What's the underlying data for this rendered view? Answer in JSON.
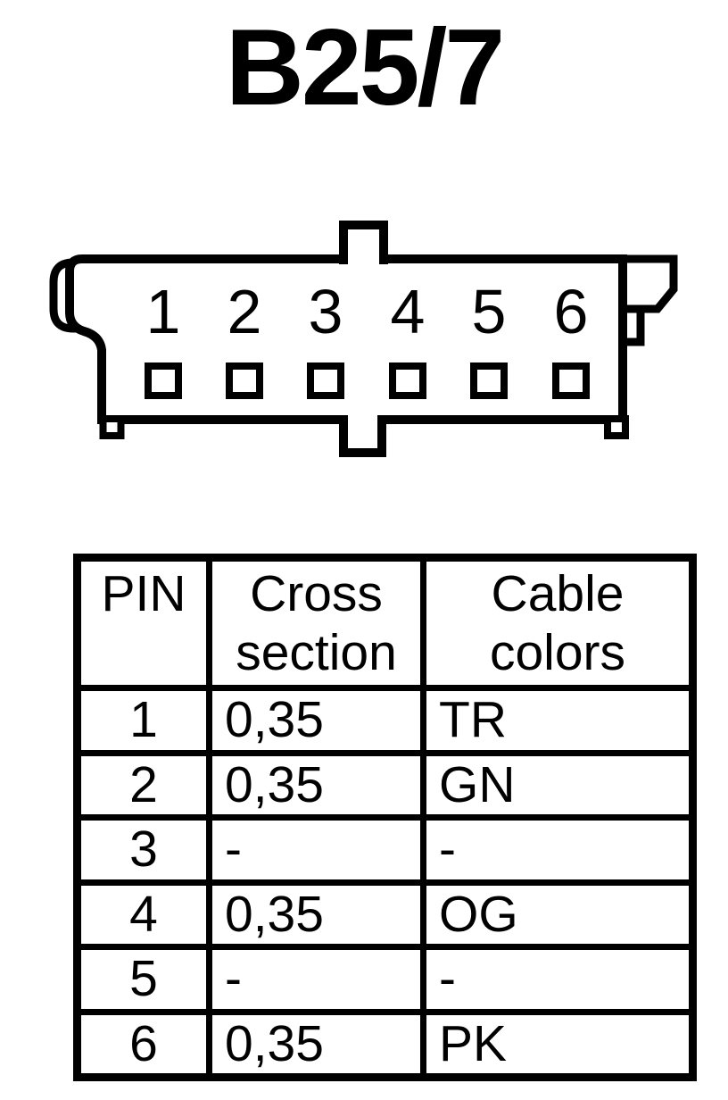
{
  "title": "B25/7",
  "connector": {
    "pins": [
      "1",
      "2",
      "3",
      "4",
      "5",
      "6"
    ]
  },
  "table": {
    "headers": {
      "pin": "PIN",
      "cross_section": "Cross section",
      "cable_colors": "Cable colors"
    },
    "rows": [
      {
        "pin": "1",
        "cross_section": "0,35",
        "cable_colors": "TR"
      },
      {
        "pin": "2",
        "cross_section": "0,35",
        "cable_colors": "GN"
      },
      {
        "pin": "3",
        "cross_section": "-",
        "cable_colors": "-"
      },
      {
        "pin": "4",
        "cross_section": "0,35",
        "cable_colors": "OG"
      },
      {
        "pin": "5",
        "cross_section": "-",
        "cable_colors": "-"
      },
      {
        "pin": "6",
        "cross_section": "0,35",
        "cable_colors": "PK"
      }
    ]
  },
  "colors": {
    "ink": "#000000",
    "background": "#ffffff"
  }
}
